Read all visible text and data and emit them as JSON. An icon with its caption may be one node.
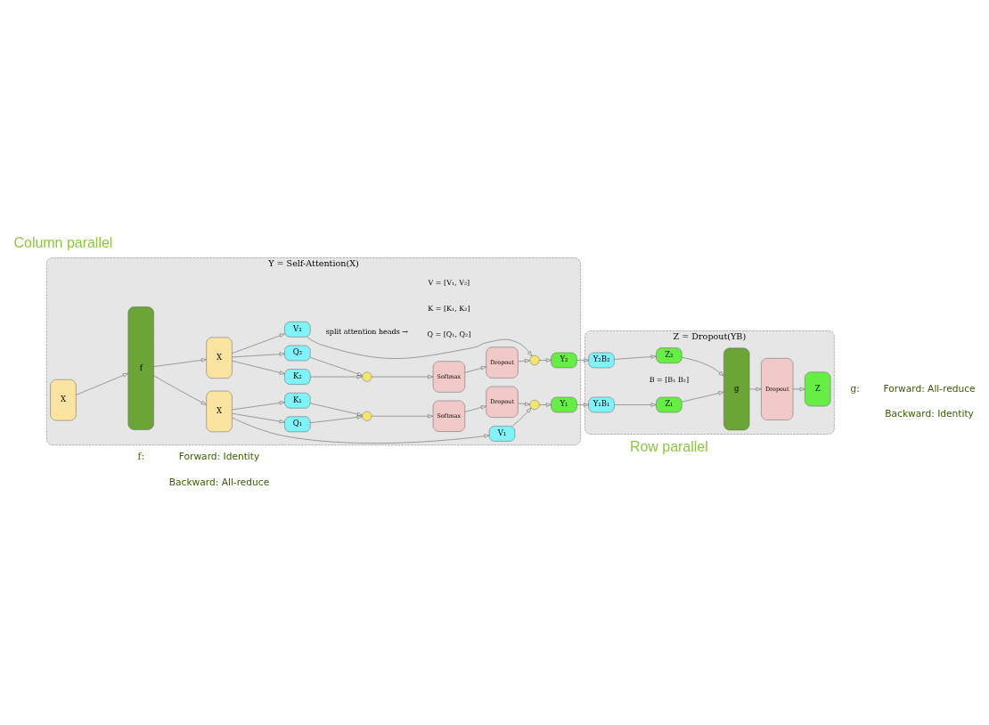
{
  "diagram": {
    "nodes": [
      {
        "text": [
          "Y = Self-Attention(X)"
        ]
      },
      {
        "text": [
          "Z = Dropout(YB)"
        ]
      },
      {
        "text": [
          "X"
        ],
        "in": 0
      },
      {
        "text": [
          "f"
        ],
        "in": 0
      },
      {
        "text": [
          "X"
        ],
        "in": 0
      },
      {
        "text": [
          "V₁"
        ],
        "in": 0
      },
      {
        "text": [
          "Q₁"
        ],
        "in": 0
      },
      {
        "text": [
          "K₁"
        ],
        "in": 0
      },
      {
        "text": [],
        "shape": "circle",
        "in": 0
      },
      {
        "text": [
          "Softmax"
        ],
        "in": 0
      },
      {
        "text": [
          "Dropout"
        ],
        "in": 0
      },
      {
        "text": [],
        "shape": "circle",
        "in": 0
      },
      {
        "text": [
          "Y₁"
        ],
        "in": 0
      },
      {
        "text": [
          "X"
        ],
        "in": 0
      },
      {
        "text": [
          "K₂"
        ],
        "in": 0
      },
      {
        "text": [
          "Q₂"
        ],
        "in": 0
      },
      {
        "text": [
          "V₂"
        ],
        "in": 0
      },
      {
        "text": [],
        "shape": "circle",
        "in": 0
      },
      {
        "text": [
          "Softmax"
        ],
        "in": 0
      },
      {
        "text": [
          "Dropout"
        ],
        "in": 0
      },
      {
        "text": [],
        "shape": "circle",
        "in": 0
      },
      {
        "text": [
          "Y₂"
        ],
        "in": 0
      },
      {
        "text": [
          "Y₁B₁"
        ],
        "in": 1
      },
      {
        "text": [
          "Z₁"
        ],
        "in": 1
      },
      {
        "text": [
          "Y₂B₂"
        ],
        "in": 1
      },
      {
        "text": [
          "Z₂"
        ],
        "in": 1
      },
      {
        "text": [
          "g"
        ],
        "in": 1
      },
      {
        "text": [
          "Dropout"
        ],
        "in": 1
      },
      {
        "text": [
          "Z"
        ],
        "in": 1
      }
    ],
    "edges": [
      {
        "from": 2,
        "to": 3,
        "arrow": "to"
      },
      {
        "from": 3,
        "to": 4,
        "arrow": "to"
      },
      {
        "from": 3,
        "to": 13,
        "arrow": "to"
      },
      {
        "from": 4,
        "to": 5,
        "arrow": "to"
      },
      {
        "from": 4,
        "to": 6,
        "arrow": "to"
      },
      {
        "from": 4,
        "to": 7,
        "arrow": "to"
      },
      {
        "from": 6,
        "to": 8,
        "arrow": "to"
      },
      {
        "from": 7,
        "to": 8,
        "arrow": "to"
      },
      {
        "from": 8,
        "to": 9,
        "arrow": "to"
      },
      {
        "from": 9,
        "to": 10,
        "arrow": "to"
      },
      {
        "from": 10,
        "to": 11,
        "arrow": "to"
      },
      {
        "from": 5,
        "to": 11,
        "arrow": "to"
      },
      {
        "from": 11,
        "to": 12,
        "arrow": "to"
      },
      {
        "from": 12,
        "to": 22,
        "arrow": "to"
      },
      {
        "from": 22,
        "to": 23,
        "arrow": "to"
      },
      {
        "from": 23,
        "to": 26,
        "arrow": "to"
      },
      {
        "from": 13,
        "to": 14,
        "arrow": "to"
      },
      {
        "from": 13,
        "to": 15,
        "arrow": "to"
      },
      {
        "from": 13,
        "to": 16,
        "arrow": "to"
      },
      {
        "from": 14,
        "to": 17,
        "arrow": "to"
      },
      {
        "from": 15,
        "to": 17,
        "arrow": "to"
      },
      {
        "from": 17,
        "to": 18,
        "arrow": "to"
      },
      {
        "from": 18,
        "to": 19,
        "arrow": "to"
      },
      {
        "from": 19,
        "to": 20,
        "arrow": "to"
      },
      {
        "from": 16,
        "to": 20,
        "arrow": "to"
      },
      {
        "from": 20,
        "to": 21,
        "arrow": "to"
      },
      {
        "from": 21,
        "to": 24,
        "arrow": "to"
      },
      {
        "from": 24,
        "to": 25,
        "arrow": "to"
      },
      {
        "from": 25,
        "to": 26,
        "arrow": "to"
      },
      {
        "from": 26,
        "to": 27,
        "arrow": "to"
      },
      {
        "from": 27,
        "to": 28,
        "arrow": "to"
      }
    ],
    "labels": [
      "Column parallel",
      "Row parallel",
      "split attention heads →",
      "Q = [Q₁, Q₂]",
      "K = [K₁, K₂]",
      "V = [V₁, V₂]",
      "B = [B₁ B₂]",
      "f:",
      "Forward: Identity",
      "Backward: All-reduce",
      "g:",
      "Forward: All-reduce",
      "Backward: Identity"
    ]
  }
}
